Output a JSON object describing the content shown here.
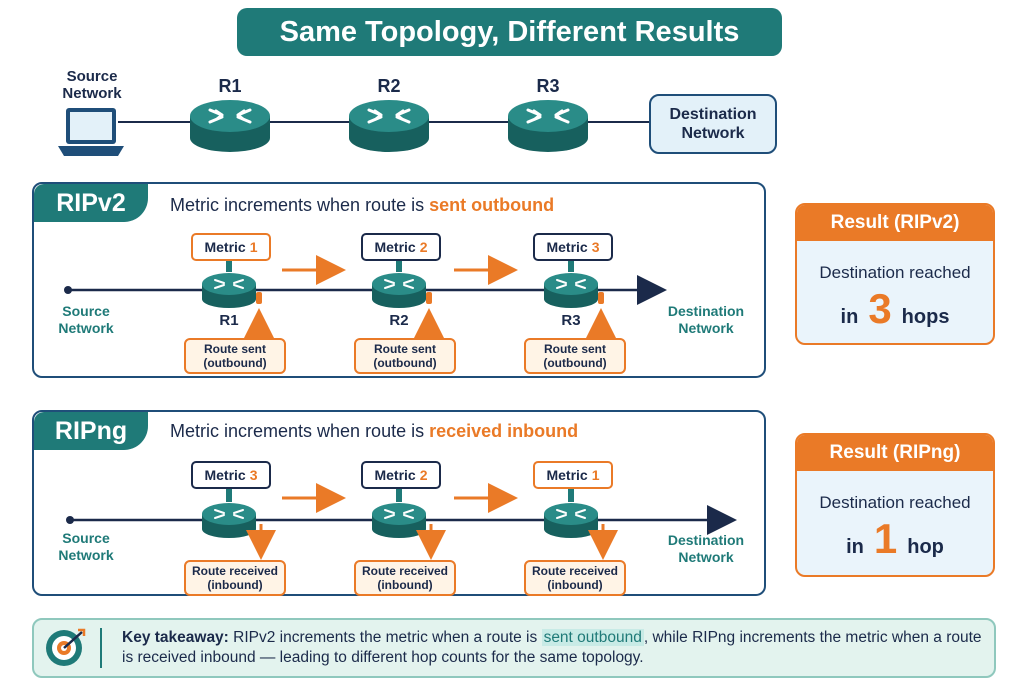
{
  "title": "Same Topology, Different Results",
  "topology": {
    "source_lines": [
      "Source",
      "Network"
    ],
    "routers": [
      "R1",
      "R2",
      "R3"
    ],
    "dest_lines": [
      "Destination",
      "Network"
    ]
  },
  "ripv2": {
    "tag": "RIPv2",
    "desc_prefix": "Metric increments when route is ",
    "desc_highlight": "sent outbound",
    "metric_word": "Metric",
    "metrics": [
      "1",
      "2",
      "3"
    ],
    "routers": [
      "R1",
      "R2",
      "R3"
    ],
    "route_line1": "Route sent",
    "route_line2": "(outbound)",
    "source_lines": [
      "Source",
      "Network"
    ],
    "dest_lines": [
      "Destination",
      "Network"
    ]
  },
  "ripng": {
    "tag": "RIPng",
    "desc_prefix": "Metric increments when route is ",
    "desc_highlight": "received inbound",
    "metric_word": "Metric",
    "metrics": [
      "3",
      "2",
      "1"
    ],
    "route_line1": "Route received",
    "route_line2": "(inbound)",
    "source_lines": [
      "Source",
      "Network"
    ],
    "dest_lines": [
      "Destination",
      "Network"
    ]
  },
  "result_ripv2": {
    "header": "Result (RIPv2)",
    "line1": "Destination reached",
    "prefix": "in",
    "count": "3",
    "suffix": "hops"
  },
  "result_ripng": {
    "header": "Result (RIPng)",
    "line1": "Destination reached",
    "prefix": "in",
    "count": "1",
    "suffix": "hop"
  },
  "takeaway": {
    "label": "Key takeaway:",
    "part1": "RIPv2 increments the metric when a route is ",
    "highlight": "sent outbound",
    "part2": ", while RIPng increments the metric when a route is received inbound — leading to different hop counts for the same topology."
  },
  "colors": {
    "teal": "#1f7a78",
    "navy": "#1f4e79",
    "orange": "#ea7a27"
  }
}
